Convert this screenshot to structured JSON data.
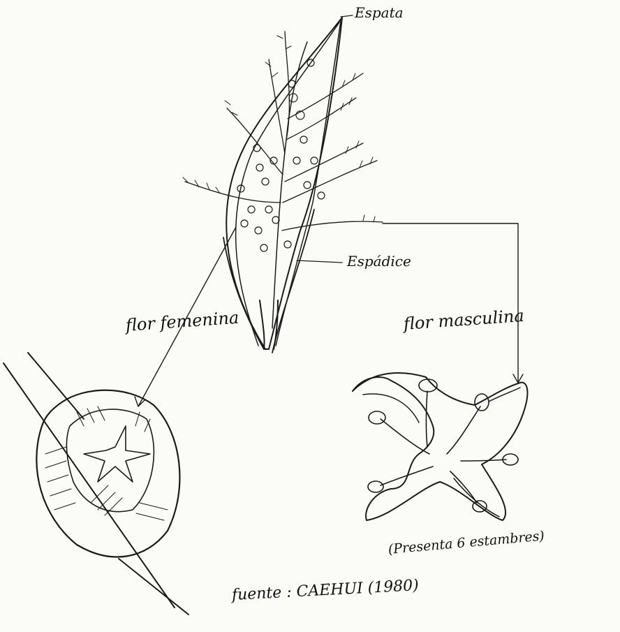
{
  "labels": {
    "espata": "Espata",
    "espadice": "Espádice",
    "flor_femenina": "flor femenina",
    "flor_masculina": "flor masculina",
    "estambres_note": "(Presenta 6 estambres)",
    "fuente": "fuente : CAEHUI (1980)"
  }
}
